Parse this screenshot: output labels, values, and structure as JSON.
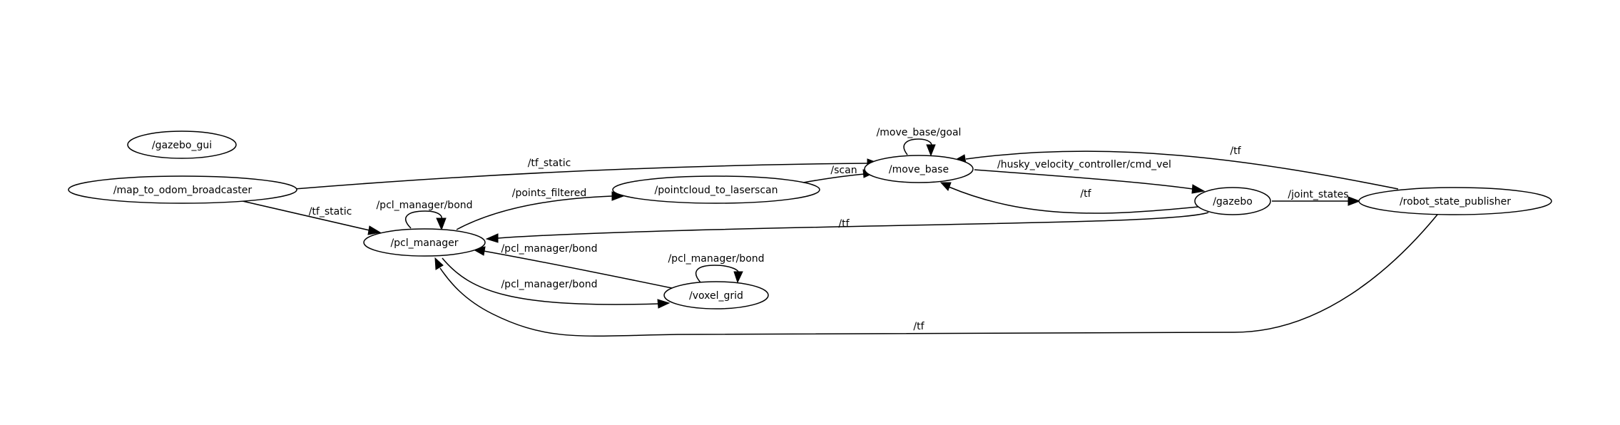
{
  "graph": {
    "nodes": {
      "gazebo_gui": "/gazebo_gui",
      "map_to_odom_broadcaster": "/map_to_odom_broadcaster",
      "pcl_manager": "/pcl_manager",
      "pointcloud_to_laserscan": "/pointcloud_to_laserscan",
      "move_base": "/move_base",
      "gazebo": "/gazebo",
      "robot_state_publisher": "/robot_state_publisher",
      "voxel_grid": "/voxel_grid"
    },
    "edges": {
      "map_to_move_base": "/tf_static",
      "map_to_pcl_manager": "/tf_static",
      "pcl_manager_self": "/pcl_manager/bond",
      "pcl_manager_to_pointcloud": "/points_filtered",
      "pointcloud_to_move_base": "/scan",
      "move_base_self": "/move_base/goal",
      "move_base_to_gazebo": "/husky_velocity_controller/cmd_vel",
      "gazebo_to_move_base": "/tf",
      "robot_to_move_base": "/tf",
      "gazebo_to_robot": "/joint_states",
      "gazebo_to_pcl_manager": "/tf",
      "voxel_to_pcl_manager": "/pcl_manager/bond",
      "pcl_manager_to_voxel": "/pcl_manager/bond",
      "voxel_self": "/pcl_manager/bond",
      "robot_to_pcl_manager": "/tf"
    }
  }
}
